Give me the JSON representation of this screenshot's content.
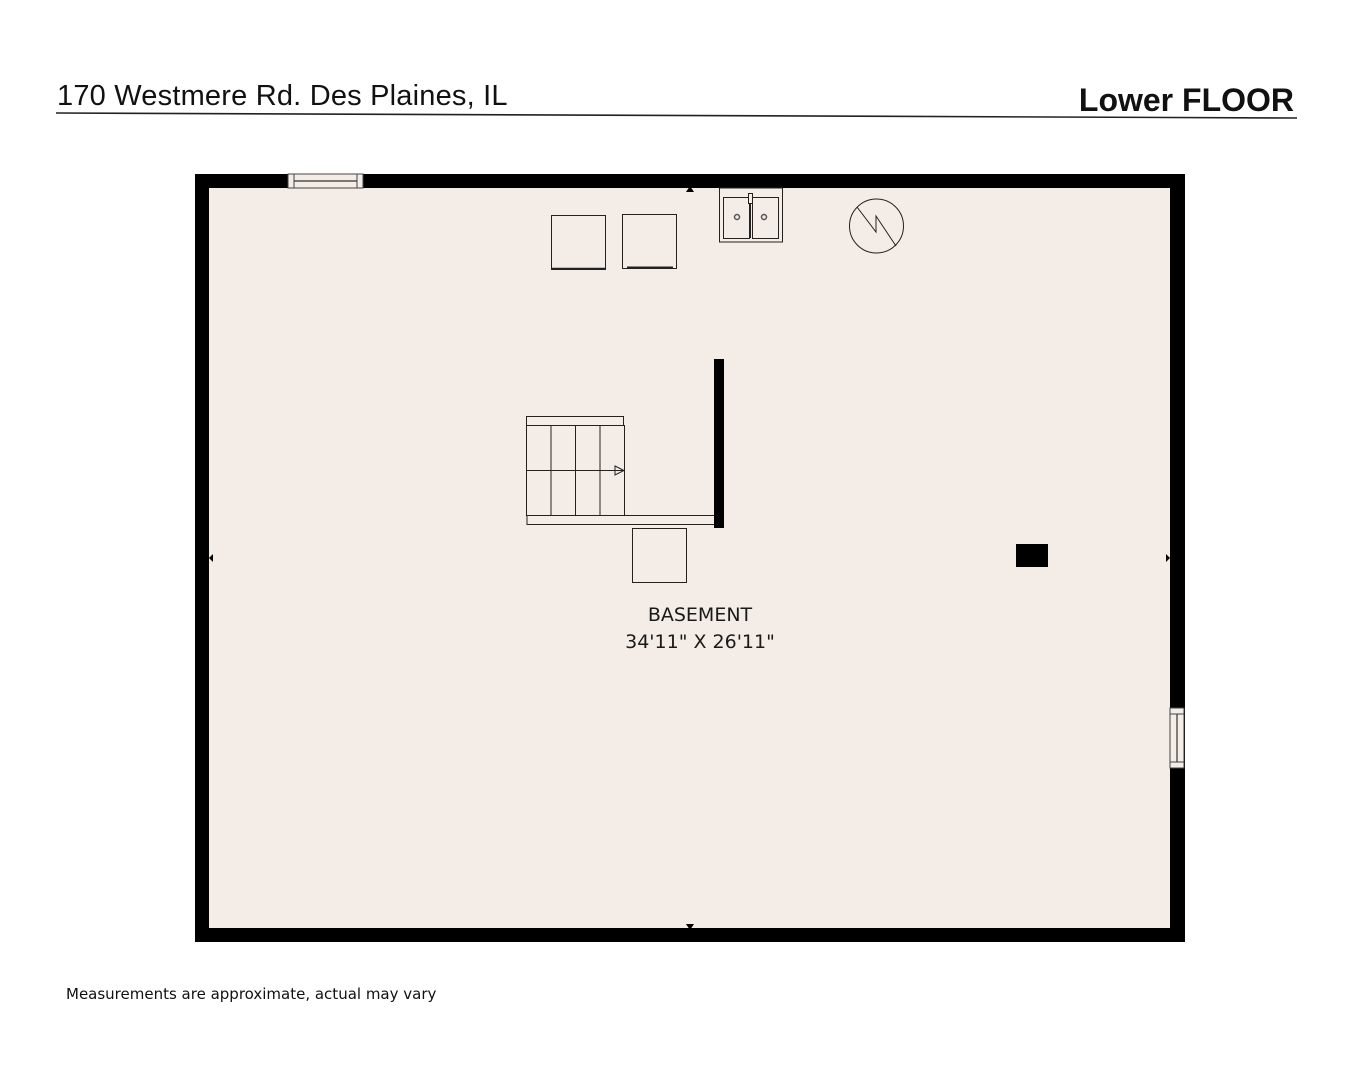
{
  "header": {
    "address": "170 Westmere Rd. Des Plaines, IL",
    "floor_title": "Lower FLOOR"
  },
  "plan": {
    "wall_color": "#000000",
    "floor_color": "#f3ece7",
    "rooms": [
      {
        "name": "BASEMENT",
        "dimensions": "34'11\" X 26'11\""
      }
    ],
    "fixtures": [
      "window-top",
      "window-right",
      "appliance-box-1",
      "appliance-box-2",
      "double-sink",
      "water-heater",
      "staircase",
      "partition-wall",
      "appliance-box-3",
      "support-post"
    ]
  },
  "footer": {
    "disclaimer": "Measurements are approximate, actual may vary"
  }
}
